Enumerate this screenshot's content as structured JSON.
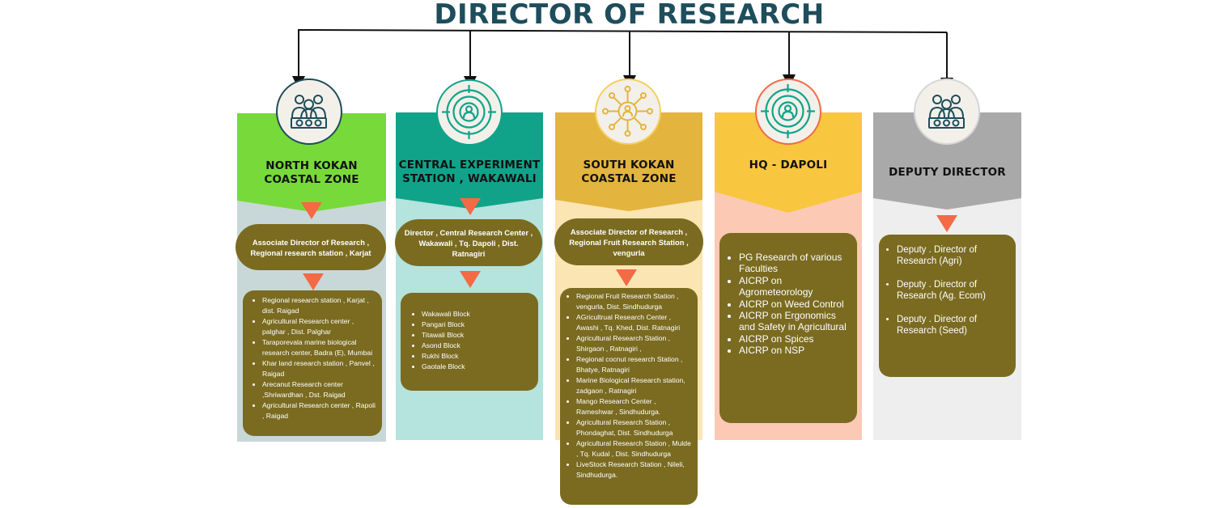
{
  "title": "DIRECTOR OF RESEARCH",
  "columns": [
    {
      "heading": [
        "NORTH KOKAN",
        "COASTAL ZONE"
      ],
      "icon": "group-icon",
      "office": "Associate Director of Research , Regional research station , Karjat",
      "items": [
        "Regional research station , Karjat , dist. Raigad",
        "Agricultural Research center , palghar , Dist. Palghar",
        "Taraporevala  marine biological research center, Badra (E), Mumbai",
        "Khar land research station , Panvel , Raigad",
        "Arecanut Research center ,Shriwardhan , Dst. Raigad",
        "Agricultural Research center , Rapoli , Raigad"
      ]
    },
    {
      "heading": [
        "CENTRAL EXPERIMENT",
        "STATION , WAKAWALI"
      ],
      "icon": "target-person-icon",
      "office": "Director , Central Research Center , Wakawali , Tq. Dapoli , Dist. Ratnagiri",
      "items": [
        "Wakawali Block",
        "Pangari Block",
        "Titawali Block",
        "Asond Block",
        "Rukhi Block",
        "Gaotale Block"
      ]
    },
    {
      "heading": [
        "SOUTH KOKAN",
        "COASTAL ZONE"
      ],
      "icon": "network-icon",
      "office": "Associate Director of Research , Regional Fruit Research Station , vengurla",
      "items": [
        "Regional Fruit Research Station , vengurla, Dist. Sindhudurga",
        "AGricultrual Research Center , Awashi , Tq. Khed, Dist. Ratnagiri",
        "Agricultural Research Station , Shirgaon , Ratnagiri ,",
        "Regional cocnut research Station , Bhatye, Ratnagiri",
        "Marine Biological Research station, zadgaon , Ratnagiri",
        "Mango Research Center , Rameshwar , Sindhudurga.",
        "Agricultural Research Station , Phondaghat,  Dist. Sindhudurga",
        "Agricultural Research Station , Mulde , Tq. Kudal , Dist. Sindhudurga",
        "LiveStock Research Station , Nileli, Sindhudurga."
      ]
    },
    {
      "heading": [
        "HQ - DAPOLI"
      ],
      "icon": "target-person-icon",
      "items": [
        "PG Research of various Faculties",
        "AICRP on Agrometeorology",
        "AICRP on Weed Control",
        "AICRP on Ergonomics and Safety in Agricultural",
        "AICRP on Spices",
        "AICRP on NSP"
      ]
    },
    {
      "heading": [
        "DEPUTY DIRECTOR"
      ],
      "icon": "group-icon",
      "items": [
        "Deputy . Director of Research (Agri)",
        "Deputy . Director of Research (Ag. Ecom)",
        "Deputy . Director of Research (Seed)"
      ]
    }
  ]
}
